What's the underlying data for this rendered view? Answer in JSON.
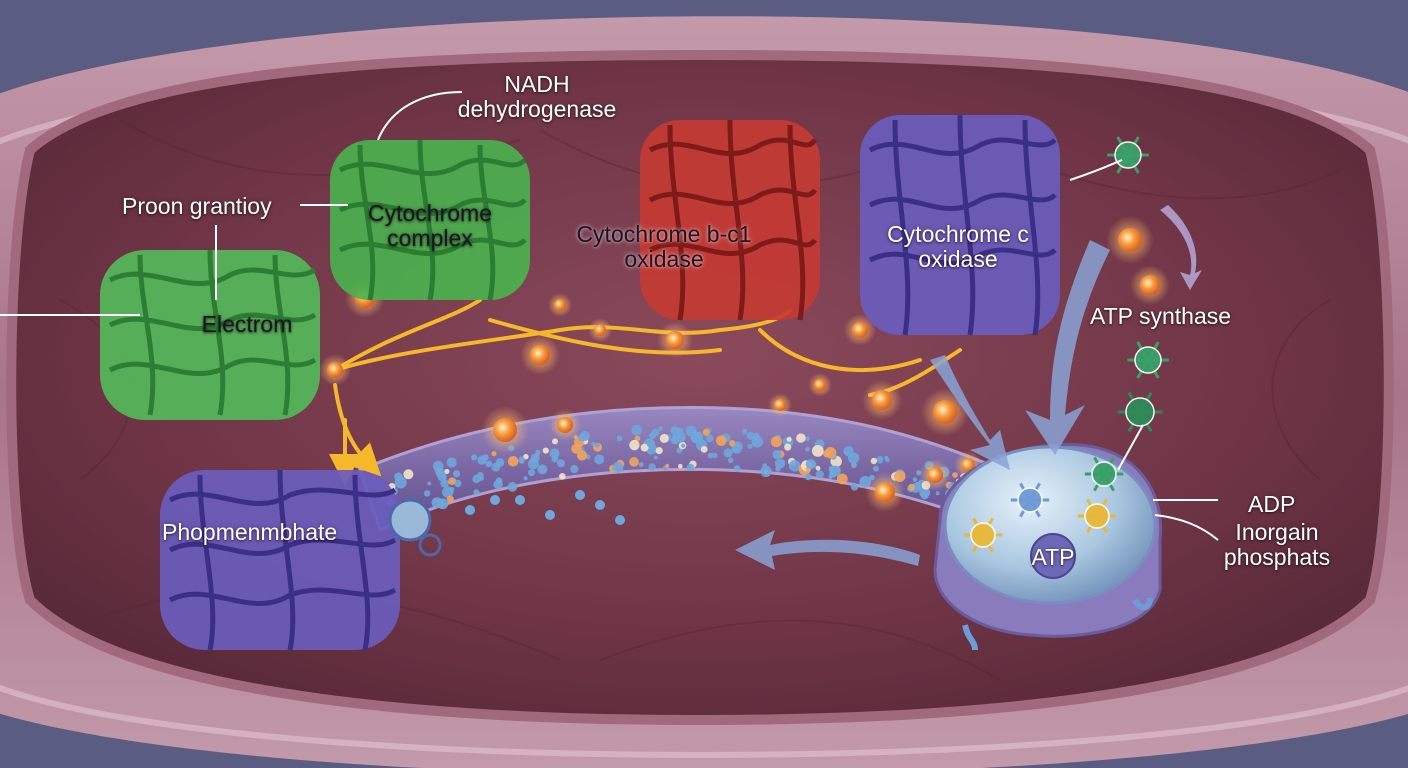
{
  "colors": {
    "background": "#5a5c82",
    "outer_membrane": "#b98d9e",
    "matrix": "#7a3c4c",
    "complex_green": "#4bb04e",
    "complex_red": "#c43a34",
    "complex_purple": "#6a5cbc",
    "electron_path": "#f4b82a",
    "atp_vesicle": "#a9c7e0"
  },
  "icons": [
    "protein-ribbon-icon",
    "electron-particle-icon",
    "atp-molecule-icon",
    "flow-arrow-icon"
  ],
  "labels": {
    "nadh": "NADH\ndehydrogenase",
    "proton_gradient": "Proon grantioy",
    "cytochrome_complex": "Cytochrome\ncomplex",
    "cytochrome_bc1": "Cytochrome b-c1\noxidase",
    "cytochrome_c": "Cytochrome c\noxidase",
    "atp_synthase": "ATP synthase",
    "electron": "Electrom",
    "phosphate": "Phopmenmbhate",
    "adp": "ADP",
    "inorganic": "Inorgain\nphosphats",
    "atp": "ATP"
  }
}
